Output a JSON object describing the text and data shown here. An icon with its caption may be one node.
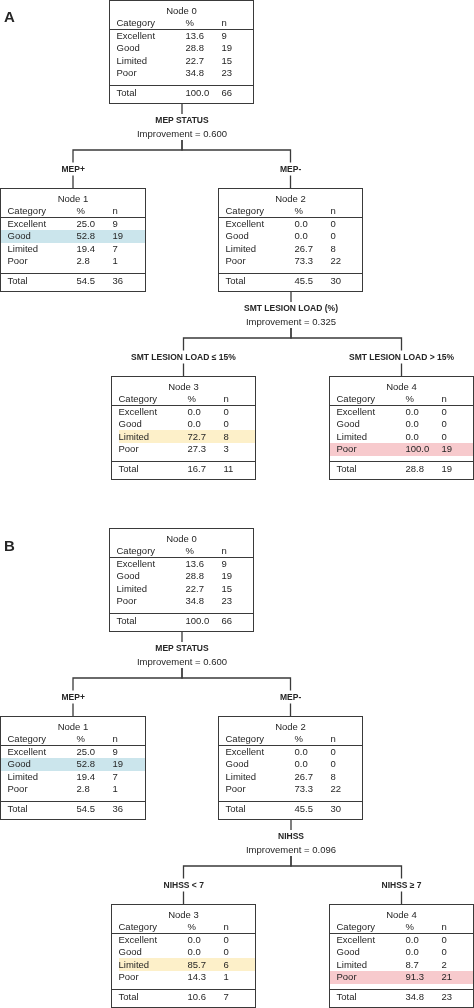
{
  "diagram": {
    "nodes": [
      {
        "text": [
          "Node 0",
          "Category",
          "%",
          "n",
          "Excellent",
          "13.6",
          "9",
          "Good",
          "28.8",
          "19",
          "Limited",
          "22.7",
          "15",
          "Poor",
          "34.8",
          "23",
          "Total",
          "100.0",
          "66"
        ]
      },
      {
        "text": [
          "MEP STATUS",
          "Improvement = 0.600"
        ]
      },
      {
        "text": [
          "Node 1",
          "Category",
          "%",
          "n",
          "Excellent",
          "25.0",
          "9",
          "Good",
          "52.8",
          "19",
          "Limited",
          "19.4",
          "7",
          "Poor",
          "2.8",
          "1",
          "Total",
          "54.5",
          "36"
        ]
      },
      {
        "text": [
          "Node 2",
          "Category",
          "%",
          "n",
          "Excellent",
          "0.0",
          "0",
          "Good",
          "0.0",
          "0",
          "Limited",
          "26.7",
          "8",
          "Poor",
          "73.3",
          "22",
          "Total",
          "45.5",
          "30"
        ]
      },
      {
        "text": [
          "SMT LESION LOAD (%)",
          "Improvement = 0.325"
        ]
      },
      {
        "text": [
          "Node 3",
          "Category",
          "%",
          "n",
          "Excellent",
          "0.0",
          "0",
          "Good",
          "0.0",
          "0",
          "Limited",
          "72.7",
          "8",
          "Poor",
          "27.3",
          "3",
          "Total",
          "16.7",
          "11"
        ]
      },
      {
        "text": [
          "Node 4",
          "Category",
          "%",
          "n",
          "Excellent",
          "0.0",
          "0",
          "Good",
          "0.0",
          "0",
          "Limited",
          "0.0",
          "0",
          "Poor",
          "100.0",
          "19",
          "Total",
          "28.8",
          "19"
        ]
      },
      {
        "text": [
          "Node 0",
          "Category",
          "%",
          "n",
          "Excellent",
          "13.6",
          "9",
          "Good",
          "28.8",
          "19",
          "Limited",
          "22.7",
          "15",
          "Poor",
          "34.8",
          "23",
          "Total",
          "100.0",
          "66"
        ]
      },
      {
        "text": [
          "MEP STATUS",
          "Improvement = 0.600"
        ]
      },
      {
        "text": [
          "Node 1",
          "Category",
          "%",
          "n",
          "Excellent",
          "25.0",
          "9",
          "Good",
          "52.8",
          "19",
          "Limited",
          "19.4",
          "7",
          "Poor",
          "2.8",
          "1",
          "Total",
          "54.5",
          "36"
        ]
      },
      {
        "text": [
          "Node 2",
          "Category",
          "%",
          "n",
          "Excellent",
          "0.0",
          "0",
          "Good",
          "0.0",
          "0",
          "Limited",
          "26.7",
          "8",
          "Poor",
          "73.3",
          "22",
          "Total",
          "45.5",
          "30"
        ]
      },
      {
        "text": [
          "NIHSS",
          "Improvement = 0.096"
        ]
      },
      {
        "text": [
          "Node 3",
          "Category",
          "%",
          "n",
          "Excellent",
          "0.0",
          "0",
          "Good",
          "0.0",
          "0",
          "Limited",
          "85.7",
          "6",
          "Poor",
          "14.3",
          "1",
          "Total",
          "10.6",
          "7"
        ]
      },
      {
        "text": [
          "Node 4",
          "Category",
          "%",
          "n",
          "Excellent",
          "0.0",
          "0",
          "Good",
          "0.0",
          "0",
          "Limited",
          "8.7",
          "2",
          "Poor",
          "91.3",
          "21",
          "Total",
          "34.8",
          "23"
        ]
      }
    ],
    "edges": [
      {
        "from": 0,
        "to": 1,
        "arrow": "none"
      },
      {
        "from": 1,
        "to": 2,
        "arrow": "none",
        "label": "MEP+"
      },
      {
        "from": 1,
        "to": 3,
        "arrow": "none",
        "label": "MEP-"
      },
      {
        "from": 3,
        "to": 4,
        "arrow": "none"
      },
      {
        "from": 4,
        "to": 5,
        "arrow": "none",
        "label": "SMT LESION LOAD ≤ 15%"
      },
      {
        "from": 4,
        "to": 6,
        "arrow": "none",
        "label": "SMT LESION LOAD > 15%"
      },
      {
        "from": 7,
        "to": 8,
        "arrow": "none"
      },
      {
        "from": 8,
        "to": 9,
        "arrow": "none",
        "label": "MEP+"
      },
      {
        "from": 8,
        "to": 10,
        "arrow": "none",
        "label": "MEP-"
      },
      {
        "from": 10,
        "to": 11,
        "arrow": "none"
      },
      {
        "from": 11,
        "to": 12,
        "arrow": "none",
        "label": "NIHSS < 7"
      },
      {
        "from": 11,
        "to": 13,
        "arrow": "none",
        "label": "NIHSS ≥ 7"
      }
    ],
    "labels": [
      "A",
      "B"
    ]
  }
}
